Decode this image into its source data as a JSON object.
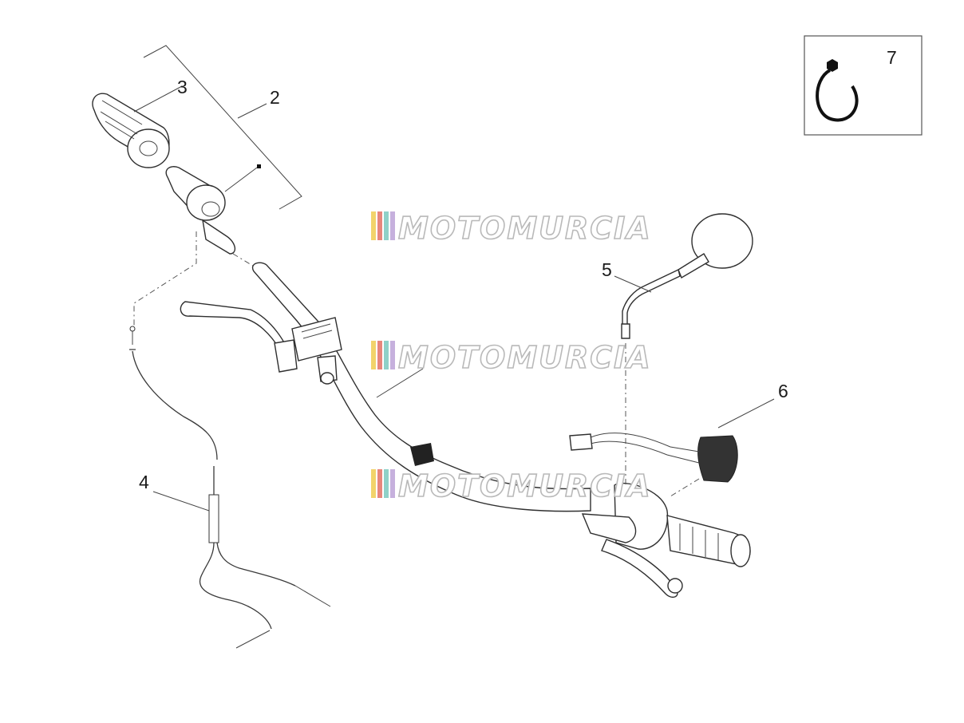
{
  "diagram": {
    "callouts": [
      {
        "id": "1",
        "label": "2"
      },
      {
        "id": "2",
        "label": "3"
      },
      {
        "id": "3",
        "label": "4"
      },
      {
        "id": "4",
        "label": "5"
      },
      {
        "id": "5",
        "label": "6"
      },
      {
        "id": "6",
        "label": "7"
      }
    ],
    "watermark": "MOTOMURCIA",
    "watermark_colors": [
      "#f2d36b",
      "#e7867c",
      "#8fd1c8",
      "#c6b0dd"
    ]
  }
}
